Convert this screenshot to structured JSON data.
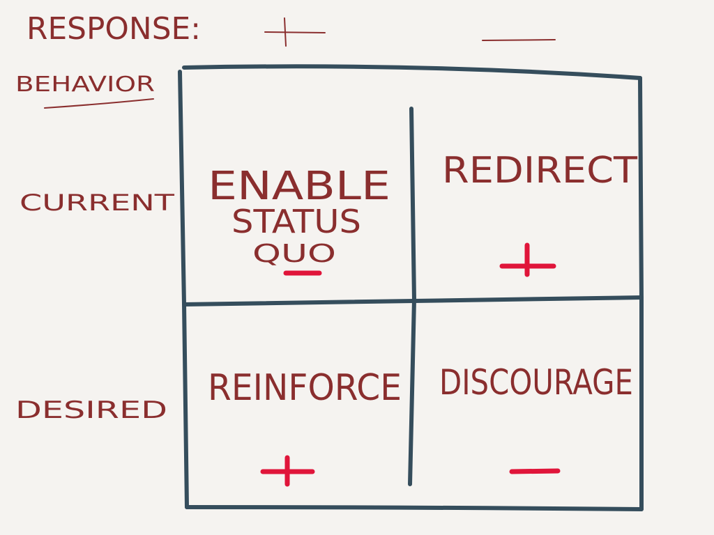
{
  "header": {
    "response_label": "RESPONSE:",
    "positive_sign": "+",
    "negative_sign": "—"
  },
  "axis": {
    "behavior_label": "BEHAVIOR"
  },
  "rows": [
    {
      "label": "CURRENT"
    },
    {
      "label": "DESIRED"
    }
  ],
  "cells": {
    "current_positive": {
      "line1": "ENABLE",
      "line2": "STATUS",
      "line3": "QUO",
      "sign": "—"
    },
    "current_negative": {
      "line1": "REDIRECT",
      "sign": "+"
    },
    "desired_positive": {
      "line1": "REINFORCE",
      "sign": "+"
    },
    "desired_negative": {
      "line1": "DISCOURAGE",
      "sign": "—"
    }
  },
  "colors": {
    "ink": "#8a2e2e",
    "grid": "#354d5c",
    "sign": "#e0153a",
    "paper": "#f5f3f0"
  }
}
